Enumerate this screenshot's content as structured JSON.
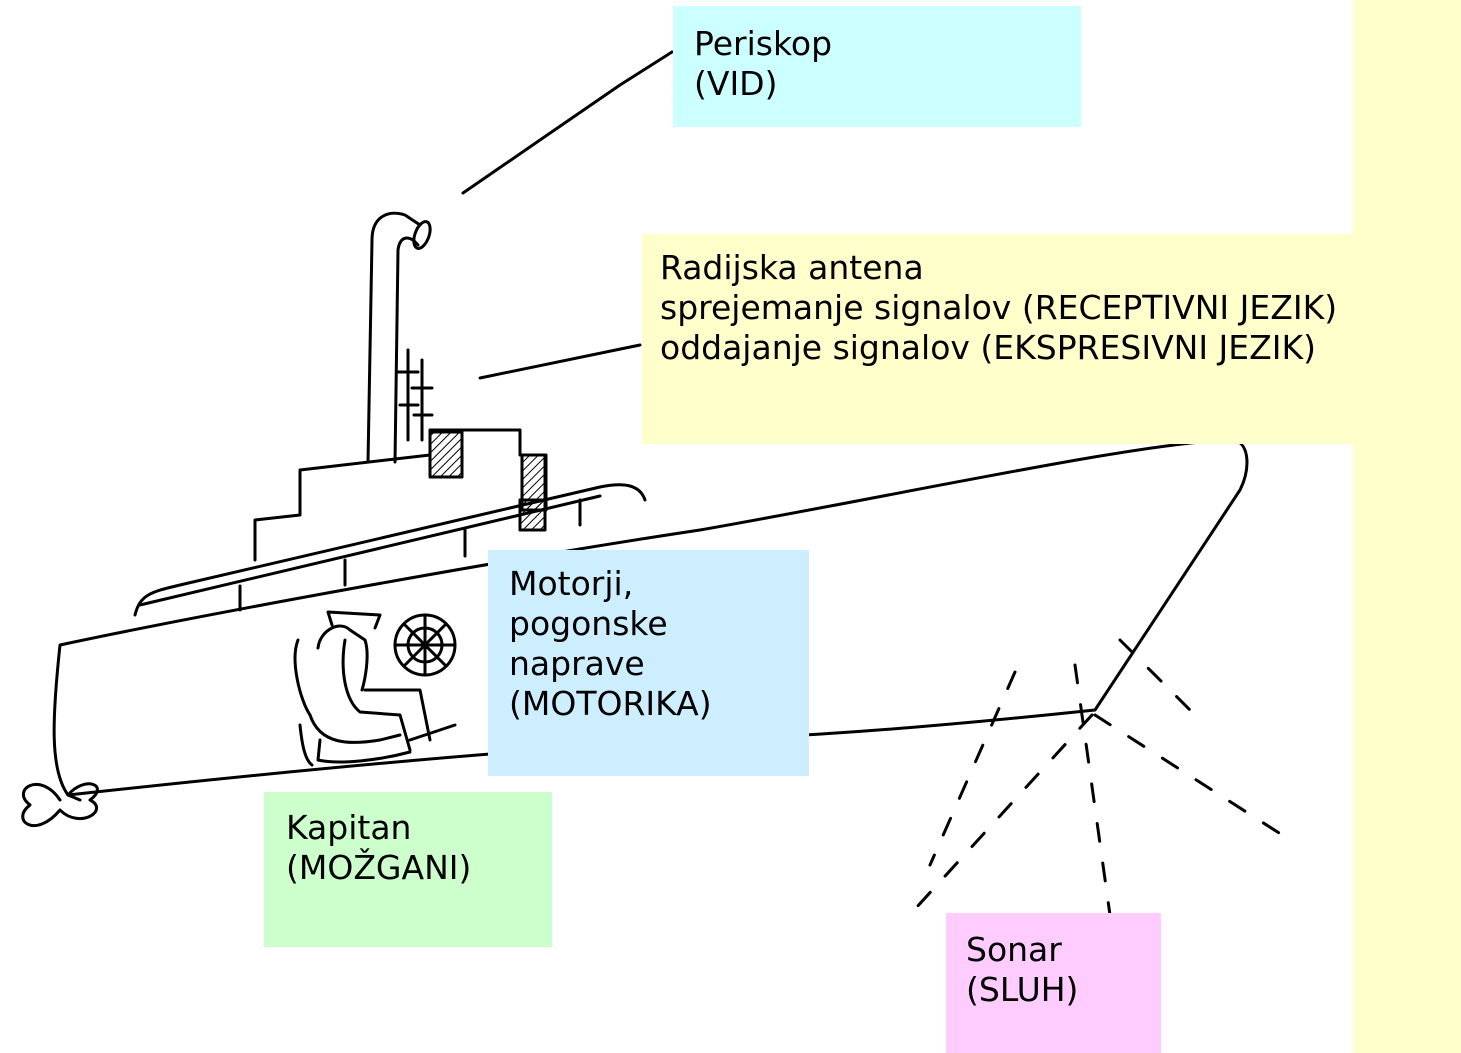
{
  "colors": {
    "periscope_box": "#ccffff",
    "antenna_box": "#ffffcc",
    "engines_box": "#cceeff",
    "captain_box": "#ccffcc",
    "sonar_box": "#ffccff",
    "right_strip": "#ffffcc",
    "ink": "#000000"
  },
  "labels": {
    "periscope": {
      "line1": "Periskop",
      "line2": "(VID)"
    },
    "antenna": {
      "line1": "Radijska antena",
      "line2": "sprejemanje signalov (RECEPTIVNI JEZIK)",
      "line3": "oddajanje signalov (EKSPRESIVNI JEZIK)"
    },
    "engines": {
      "line1": "Motorji,",
      "line2": "pogonske",
      "line3": "naprave",
      "line4": "(MOTORIKA)"
    },
    "captain": {
      "line1": "Kapitan",
      "line2": "(MOŽGANI)"
    },
    "sonar": {
      "line1": "Sonar",
      "line2": "(SLUH)"
    }
  }
}
